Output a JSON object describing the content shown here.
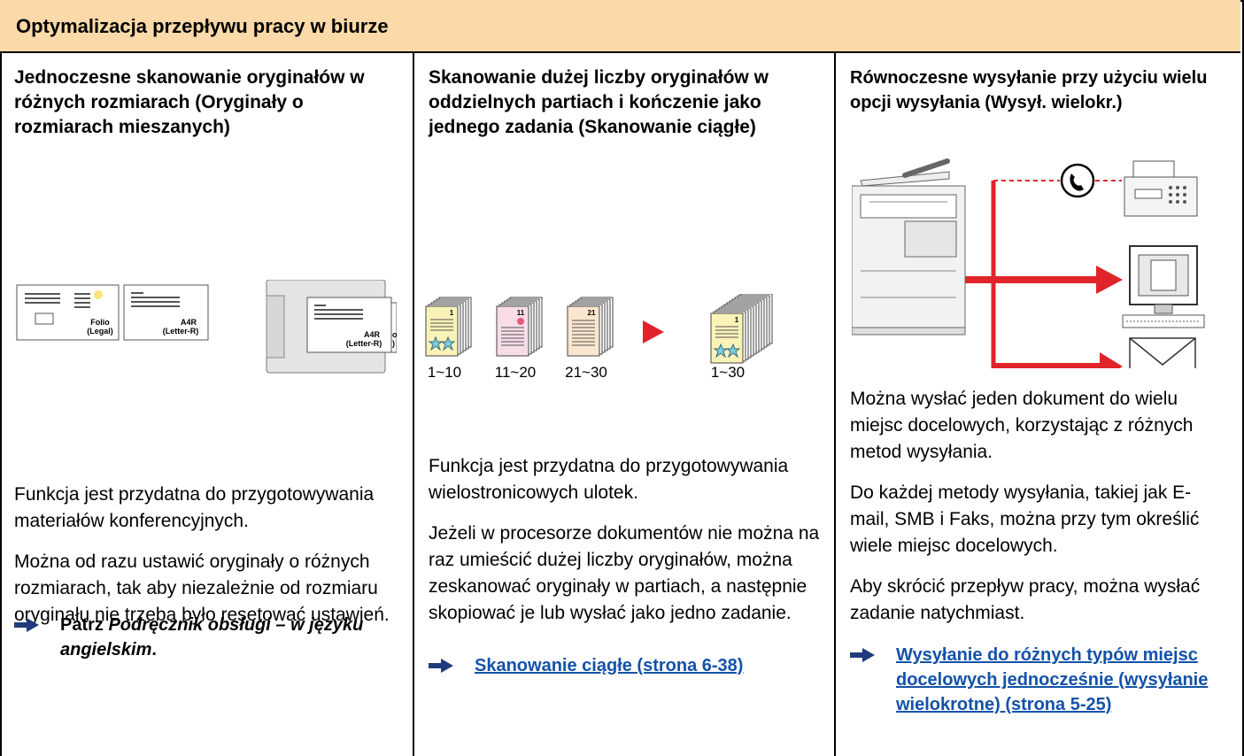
{
  "header": {
    "title": "Optymalizacja przepływu pracy w biurze"
  },
  "col1": {
    "title": "Jednoczesne skanowanie oryginałów w różnych rozmiarach (Oryginały o rozmiarach mieszanych)",
    "paper1_label1": "Folio",
    "paper1_label2": "(Legal)",
    "paper2_label1": "A4R",
    "paper2_label2": "(Letter-R)",
    "machine_label1": "A4R",
    "machine_label2": "(Letter-R)",
    "para1": "Funkcja jest przydatna do przygotowywania materiałów konferencyjnych.",
    "para2": "Można od razu ustawić oryginały o różnych rozmiarach, tak aby niezależnie od rozmiaru oryginału nie trzeba było resetować ustawień.",
    "ref_prefix": "Patrz ",
    "ref_italic": "Podręcznik obsługi – w języku angielskim",
    "ref_suffix": "."
  },
  "col2": {
    "title": "Skanowanie dużej liczby oryginałów w oddzielnych partiach i kończenie jako jednego zadania (Skanowanie ciągłe)",
    "stack1_num": "1",
    "stack2_num": "11",
    "stack3_num": "21",
    "stack4_num": "1",
    "stack1_caption": "1~10",
    "stack2_caption": "11~20",
    "stack3_caption": "21~30",
    "stack4_caption": "1~30",
    "para1": "Funkcja jest przydatna do przygotowywania wielostronicowych ulotek.",
    "para2": "Jeżeli w procesorze dokumentów nie można na raz umieścić dużej liczby oryginałów, można zeskanować oryginały w partiach, a następnie skopiować je lub wysłać jako jedno zadanie.",
    "link": "Skanowanie ciągłe (strona 6-38)"
  },
  "col3": {
    "title": "Równoczesne wysyłanie przy użyciu wielu opcji wysyłania (Wysył. wielokr.)",
    "para1": "Można wysłać jeden dokument do wielu miejsc docelowych, korzystając z różnych metod wysyłania.",
    "para2": "Do każdej metody wysyłania, takiej jak E-mail, SMB i Faks, można przy tym określić wiele miejsc docelowych.",
    "para3": "Aby skrócić przepływ pracy, można wysłać zadanie natychmiast.",
    "link": "Wysyłanie do różnych typów miejsc docelowych jednocześnie (wysyłanie wielokrotne) (strona 5-25)"
  },
  "colors": {
    "header_bg": "#fbd9a8",
    "link": "#1452a8",
    "accent_red": "#e0242a"
  }
}
